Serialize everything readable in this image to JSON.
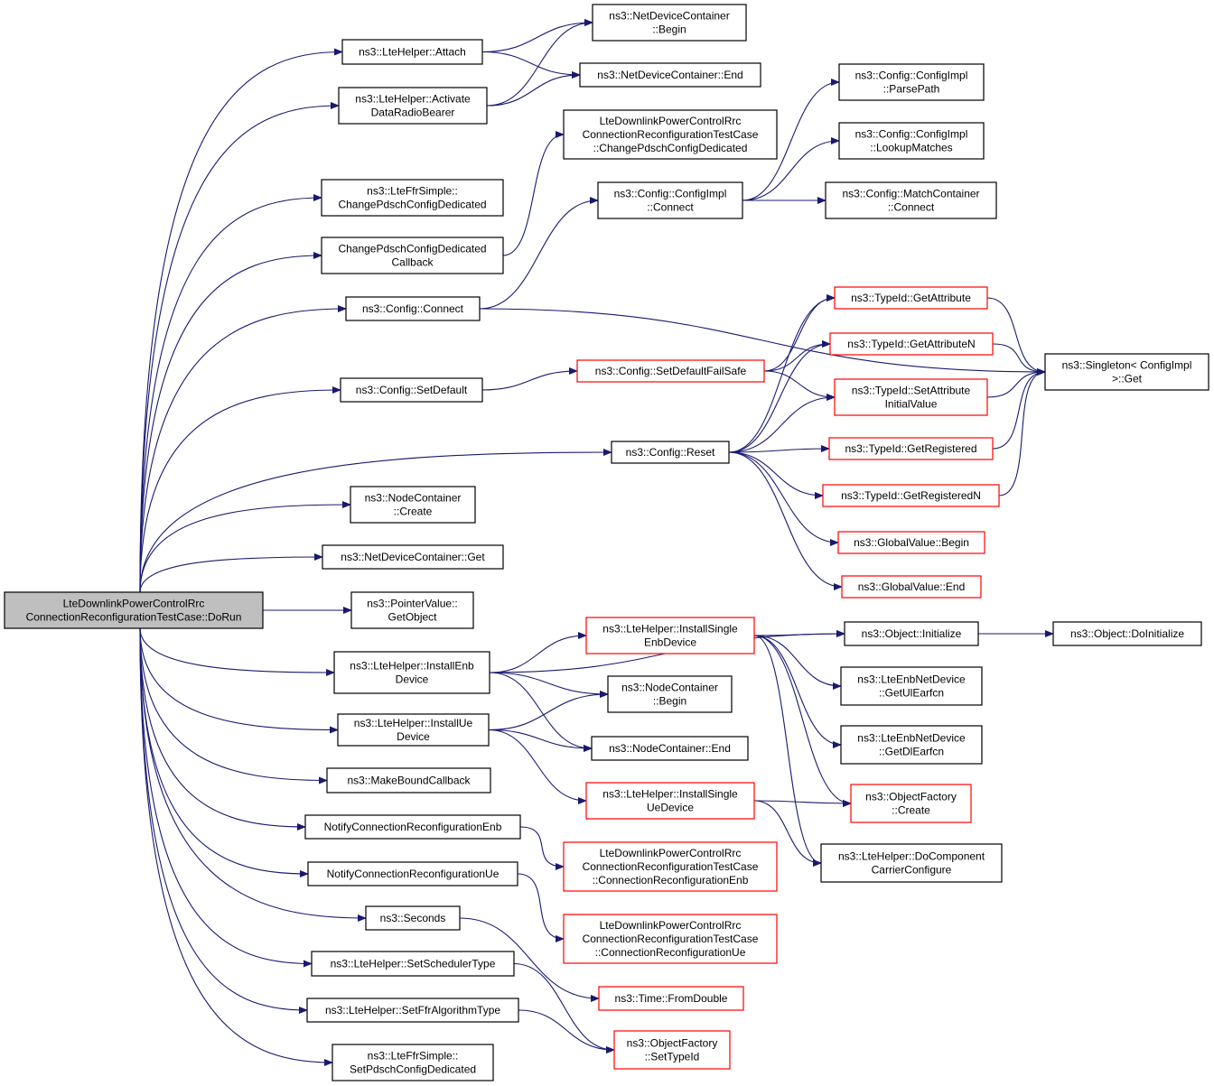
{
  "colors": {
    "edge": "#191970",
    "node_border": "#000000",
    "node_border_external": "#ff0000",
    "root_fill": "#bfbfbf",
    "node_fill": "#ffffff"
  },
  "nodes": [
    {
      "id": "root",
      "lines": [
        "LteDownlinkPowerControlRrc",
        "ConnectionReconfigurationTestCase::DoRun"
      ],
      "style": "root"
    },
    {
      "id": "attach",
      "lines": [
        "ns3::LteHelper::Attach"
      ],
      "style": "normal"
    },
    {
      "id": "activate",
      "lines": [
        "ns3::LteHelper::Activate",
        "DataRadioBearer"
      ],
      "style": "normal"
    },
    {
      "id": "ffrsimple_change",
      "lines": [
        "ns3::LteFfrSimple::",
        "ChangePdschConfigDedicated"
      ],
      "style": "normal"
    },
    {
      "id": "change_cb",
      "lines": [
        "ChangePdschConfigDedicated",
        "Callback"
      ],
      "style": "normal"
    },
    {
      "id": "config_connect",
      "lines": [
        "ns3::Config::Connect"
      ],
      "style": "normal"
    },
    {
      "id": "config_setdefault",
      "lines": [
        "ns3::Config::SetDefault"
      ],
      "style": "normal"
    },
    {
      "id": "nodecontainer_create",
      "lines": [
        "ns3::NodeContainer",
        "::Create"
      ],
      "style": "normal"
    },
    {
      "id": "netdev_get",
      "lines": [
        "ns3::NetDeviceContainer::Get"
      ],
      "style": "normal"
    },
    {
      "id": "pointer_getobject",
      "lines": [
        "ns3::PointerValue::",
        "GetObject"
      ],
      "style": "normal"
    },
    {
      "id": "install_enb",
      "lines": [
        "ns3::LteHelper::InstallEnb",
        "Device"
      ],
      "style": "normal"
    },
    {
      "id": "install_ue",
      "lines": [
        "ns3::LteHelper::InstallUe",
        "Device"
      ],
      "style": "normal"
    },
    {
      "id": "makebound",
      "lines": [
        "ns3::MakeBoundCallback"
      ],
      "style": "normal"
    },
    {
      "id": "notify_enb",
      "lines": [
        "NotifyConnectionReconfigurationEnb"
      ],
      "style": "normal"
    },
    {
      "id": "notify_ue",
      "lines": [
        "NotifyConnectionReconfigurationUe"
      ],
      "style": "normal"
    },
    {
      "id": "seconds",
      "lines": [
        "ns3::Seconds"
      ],
      "style": "normal"
    },
    {
      "id": "set_scheduler",
      "lines": [
        "ns3::LteHelper::SetSchedulerType"
      ],
      "style": "normal"
    },
    {
      "id": "set_ffr",
      "lines": [
        "ns3::LteHelper::SetFfrAlgorithmType"
      ],
      "style": "normal"
    },
    {
      "id": "ffrsimple_set",
      "lines": [
        "ns3::LteFfrSimple::",
        "SetPdschConfigDedicated"
      ],
      "style": "normal"
    },
    {
      "id": "netdev_begin",
      "lines": [
        "ns3::NetDeviceContainer",
        "::Begin"
      ],
      "style": "normal"
    },
    {
      "id": "netdev_end",
      "lines": [
        "ns3::NetDeviceContainer::End"
      ],
      "style": "normal"
    },
    {
      "id": "testcase_change",
      "lines": [
        "LteDownlinkPowerControlRrc",
        "ConnectionReconfigurationTestCase",
        "::ChangePdschConfigDedicated"
      ],
      "style": "normal"
    },
    {
      "id": "configimpl_connect",
      "lines": [
        "ns3::Config::ConfigImpl",
        "::Connect"
      ],
      "style": "normal"
    },
    {
      "id": "configimpl_parse",
      "lines": [
        "ns3::Config::ConfigImpl",
        "::ParsePath"
      ],
      "style": "normal"
    },
    {
      "id": "configimpl_lookup",
      "lines": [
        "ns3::Config::ConfigImpl",
        "::LookupMatches"
      ],
      "style": "normal"
    },
    {
      "id": "matchcontainer_connect",
      "lines": [
        "ns3::Config::MatchContainer",
        "::Connect"
      ],
      "style": "normal"
    },
    {
      "id": "singleton_get",
      "lines": [
        "ns3::Singleton< ConfigImpl",
        " >::Get"
      ],
      "style": "normal"
    },
    {
      "id": "typeid_getattr",
      "lines": [
        "ns3::TypeId::GetAttribute"
      ],
      "style": "external"
    },
    {
      "id": "typeid_getattrn",
      "lines": [
        "ns3::TypeId::GetAttributeN"
      ],
      "style": "external"
    },
    {
      "id": "config_setdefaultfailsafe",
      "lines": [
        "ns3::Config::SetDefaultFailSafe"
      ],
      "style": "external"
    },
    {
      "id": "typeid_setattr_init",
      "lines": [
        "ns3::TypeId::SetAttribute",
        "InitialValue"
      ],
      "style": "external"
    },
    {
      "id": "config_reset",
      "lines": [
        "ns3::Config::Reset"
      ],
      "style": "normal"
    },
    {
      "id": "typeid_getregistered",
      "lines": [
        "ns3::TypeId::GetRegistered"
      ],
      "style": "external"
    },
    {
      "id": "typeid_getregisteredn",
      "lines": [
        "ns3::TypeId::GetRegisteredN"
      ],
      "style": "external"
    },
    {
      "id": "globalvalue_begin",
      "lines": [
        "ns3::GlobalValue::Begin"
      ],
      "style": "external"
    },
    {
      "id": "globalvalue_end",
      "lines": [
        "ns3::GlobalValue::End"
      ],
      "style": "external"
    },
    {
      "id": "install_single_enb",
      "lines": [
        "ns3::LteHelper::InstallSingle",
        "EnbDevice"
      ],
      "style": "external"
    },
    {
      "id": "object_initialize",
      "lines": [
        "ns3::Object::Initialize"
      ],
      "style": "normal"
    },
    {
      "id": "object_doinitialize",
      "lines": [
        "ns3::Object::DoInitialize"
      ],
      "style": "normal"
    },
    {
      "id": "enbnetdev_getul",
      "lines": [
        "ns3::LteEnbNetDevice",
        "::GetUlEarfcn"
      ],
      "style": "normal"
    },
    {
      "id": "nodecontainer_begin",
      "lines": [
        "ns3::NodeContainer",
        "::Begin"
      ],
      "style": "normal"
    },
    {
      "id": "nodecontainer_end",
      "lines": [
        "ns3::NodeContainer::End"
      ],
      "style": "normal"
    },
    {
      "id": "enbnetdev_getdl",
      "lines": [
        "ns3::LteEnbNetDevice",
        "::GetDlEarfcn"
      ],
      "style": "normal"
    },
    {
      "id": "install_single_ue",
      "lines": [
        "ns3::LteHelper::InstallSingle",
        "UeDevice"
      ],
      "style": "external"
    },
    {
      "id": "objectfactory_create",
      "lines": [
        "ns3::ObjectFactory",
        "::Create"
      ],
      "style": "external"
    },
    {
      "id": "docomponent",
      "lines": [
        "ns3::LteHelper::DoComponent",
        "CarrierConfigure"
      ],
      "style": "normal"
    },
    {
      "id": "testcase_conn_enb",
      "lines": [
        "LteDownlinkPowerControlRrc",
        "ConnectionReconfigurationTestCase",
        "::ConnectionReconfigurationEnb"
      ],
      "style": "external"
    },
    {
      "id": "testcase_conn_ue",
      "lines": [
        "LteDownlinkPowerControlRrc",
        "ConnectionReconfigurationTestCase",
        "::ConnectionReconfigurationUe"
      ],
      "style": "external"
    },
    {
      "id": "time_fromdouble",
      "lines": [
        "ns3::Time::FromDouble"
      ],
      "style": "external"
    },
    {
      "id": "objectfactory_settypeid",
      "lines": [
        "ns3::ObjectFactory",
        "::SetTypeId"
      ],
      "style": "external"
    }
  ],
  "edges": [
    [
      "root",
      "attach"
    ],
    [
      "root",
      "activate"
    ],
    [
      "root",
      "ffrsimple_change"
    ],
    [
      "root",
      "change_cb"
    ],
    [
      "root",
      "config_connect"
    ],
    [
      "root",
      "config_setdefault"
    ],
    [
      "root",
      "config_reset"
    ],
    [
      "root",
      "nodecontainer_create"
    ],
    [
      "root",
      "netdev_get"
    ],
    [
      "root",
      "pointer_getobject"
    ],
    [
      "root",
      "install_enb"
    ],
    [
      "root",
      "install_ue"
    ],
    [
      "root",
      "makebound"
    ],
    [
      "root",
      "notify_enb"
    ],
    [
      "root",
      "notify_ue"
    ],
    [
      "root",
      "seconds"
    ],
    [
      "root",
      "set_scheduler"
    ],
    [
      "root",
      "set_ffr"
    ],
    [
      "root",
      "ffrsimple_set"
    ],
    [
      "attach",
      "netdev_begin"
    ],
    [
      "attach",
      "netdev_end"
    ],
    [
      "activate",
      "netdev_begin"
    ],
    [
      "activate",
      "netdev_end"
    ],
    [
      "change_cb",
      "testcase_change"
    ],
    [
      "config_connect",
      "configimpl_connect"
    ],
    [
      "config_connect",
      "singleton_get"
    ],
    [
      "configimpl_connect",
      "configimpl_parse"
    ],
    [
      "configimpl_connect",
      "configimpl_lookup"
    ],
    [
      "configimpl_connect",
      "matchcontainer_connect"
    ],
    [
      "config_setdefault",
      "config_setdefaultfailsafe"
    ],
    [
      "config_setdefaultfailsafe",
      "typeid_getattr"
    ],
    [
      "config_setdefaultfailsafe",
      "typeid_getattrn"
    ],
    [
      "config_setdefaultfailsafe",
      "typeid_setattr_init"
    ],
    [
      "typeid_getattr",
      "singleton_get"
    ],
    [
      "typeid_getattrn",
      "singleton_get"
    ],
    [
      "typeid_setattr_init",
      "singleton_get"
    ],
    [
      "typeid_getregistered",
      "singleton_get"
    ],
    [
      "typeid_getregisteredn",
      "singleton_get"
    ],
    [
      "config_reset",
      "typeid_getattr"
    ],
    [
      "config_reset",
      "typeid_getattrn"
    ],
    [
      "config_reset",
      "typeid_setattr_init"
    ],
    [
      "config_reset",
      "typeid_getregistered"
    ],
    [
      "config_reset",
      "typeid_getregisteredn"
    ],
    [
      "config_reset",
      "globalvalue_begin"
    ],
    [
      "config_reset",
      "globalvalue_end"
    ],
    [
      "install_enb",
      "install_single_enb"
    ],
    [
      "install_enb",
      "object_initialize"
    ],
    [
      "install_enb",
      "nodecontainer_begin"
    ],
    [
      "install_enb",
      "nodecontainer_end"
    ],
    [
      "install_ue",
      "nodecontainer_begin"
    ],
    [
      "install_ue",
      "nodecontainer_end"
    ],
    [
      "install_ue",
      "install_single_ue"
    ],
    [
      "install_single_enb",
      "object_initialize"
    ],
    [
      "install_single_enb",
      "enbnetdev_getul"
    ],
    [
      "install_single_enb",
      "enbnetdev_getdl"
    ],
    [
      "install_single_enb",
      "objectfactory_create"
    ],
    [
      "install_single_enb",
      "docomponent"
    ],
    [
      "install_single_ue",
      "objectfactory_create"
    ],
    [
      "install_single_ue",
      "docomponent"
    ],
    [
      "object_initialize",
      "object_doinitialize"
    ],
    [
      "notify_enb",
      "testcase_conn_enb"
    ],
    [
      "notify_ue",
      "testcase_conn_ue"
    ],
    [
      "seconds",
      "time_fromdouble"
    ],
    [
      "set_scheduler",
      "objectfactory_settypeid"
    ],
    [
      "set_ffr",
      "objectfactory_settypeid"
    ]
  ]
}
